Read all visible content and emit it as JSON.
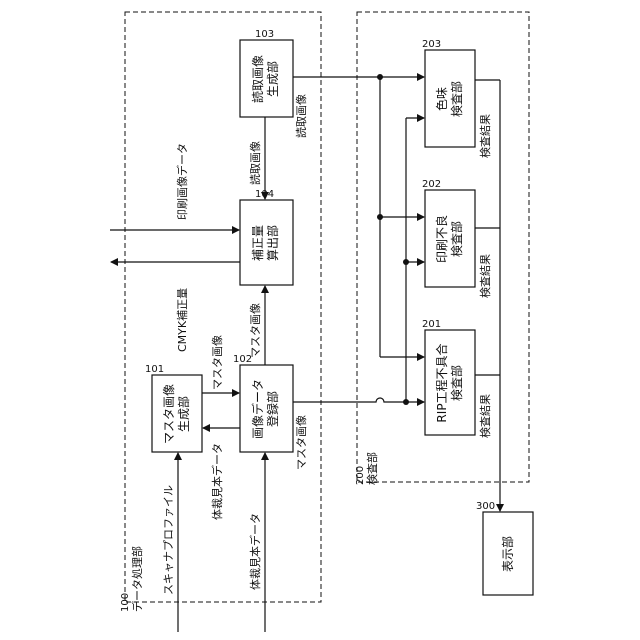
{
  "units": {
    "data_processing": {
      "ref": "100",
      "label": "データ処理部"
    },
    "inspection": {
      "ref": "200",
      "label": "検査部"
    }
  },
  "blocks": {
    "master_gen": {
      "ref": "101",
      "lines": [
        "マスタ画像",
        "生成部"
      ]
    },
    "image_reg": {
      "ref": "102",
      "lines": [
        "画像データ",
        "登録部"
      ]
    },
    "read_gen": {
      "ref": "103",
      "lines": [
        "読取画像",
        "生成部"
      ]
    },
    "correction": {
      "ref": "104",
      "lines": [
        "補正量",
        "算出部"
      ]
    },
    "rip_insp": {
      "ref": "201",
      "lines": [
        "RIP工程不具合",
        "検査部"
      ]
    },
    "print_insp": {
      "ref": "202",
      "lines": [
        "印刷不良",
        "検査部"
      ]
    },
    "color_insp": {
      "ref": "203",
      "lines": [
        "色味",
        "検査部"
      ]
    },
    "display": {
      "ref": "300",
      "lines": [
        "表示部"
      ]
    }
  },
  "labels": {
    "scan_profile": "スキャナプロファイル",
    "layout_data_1": "体裁見本データ",
    "layout_data_2": "体裁見本データ",
    "master_image_1": "マスタ画像",
    "master_image_2": "マスタ画像",
    "master_image_3": "マスタ画像",
    "read_image_1": "読取画像",
    "read_image_2": "読取画像",
    "print_image_data": "印刷画像データ",
    "cmyk_correction": "CMYK補正量",
    "result_rip": "検査結果",
    "result_print": "検査結果",
    "result_color": "検査結果"
  }
}
